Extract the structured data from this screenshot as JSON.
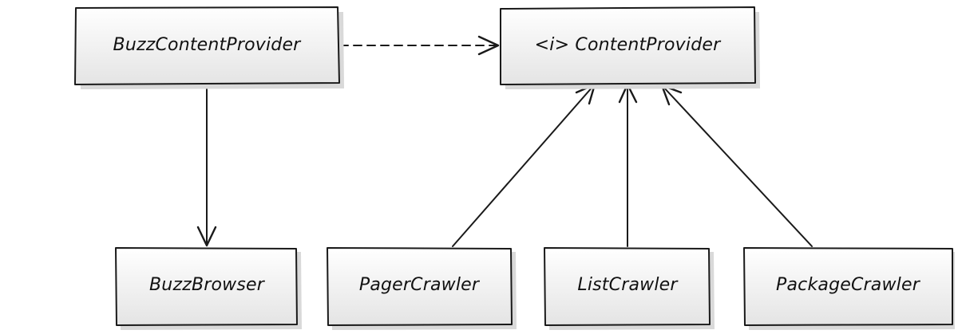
{
  "diagram": {
    "nodes": {
      "buzz_content_provider": {
        "label": "BuzzContentProvider"
      },
      "content_provider": {
        "label": "<i> ContentProvider"
      },
      "buzz_browser": {
        "label": "BuzzBrowser"
      },
      "pager_crawler": {
        "label": "PagerCrawler"
      },
      "list_crawler": {
        "label": "ListCrawler"
      },
      "package_crawler": {
        "label": "PackageCrawler"
      }
    },
    "edges": [
      {
        "from": "BuzzContentProvider",
        "to": "<i> ContentProvider",
        "style": "dashed"
      },
      {
        "from": "BuzzContentProvider",
        "to": "BuzzBrowser",
        "style": "solid"
      },
      {
        "from": "PagerCrawler",
        "to": "<i> ContentProvider",
        "style": "solid"
      },
      {
        "from": "ListCrawler",
        "to": "<i> ContentProvider",
        "style": "solid"
      },
      {
        "from": "PackageCrawler",
        "to": "<i> ContentProvider",
        "style": "solid"
      }
    ],
    "colors": {
      "stroke": "#1a1a1a",
      "box_fill_top": "#ffffff",
      "box_fill_bottom": "#e6e6e6",
      "text": "#111111"
    }
  }
}
